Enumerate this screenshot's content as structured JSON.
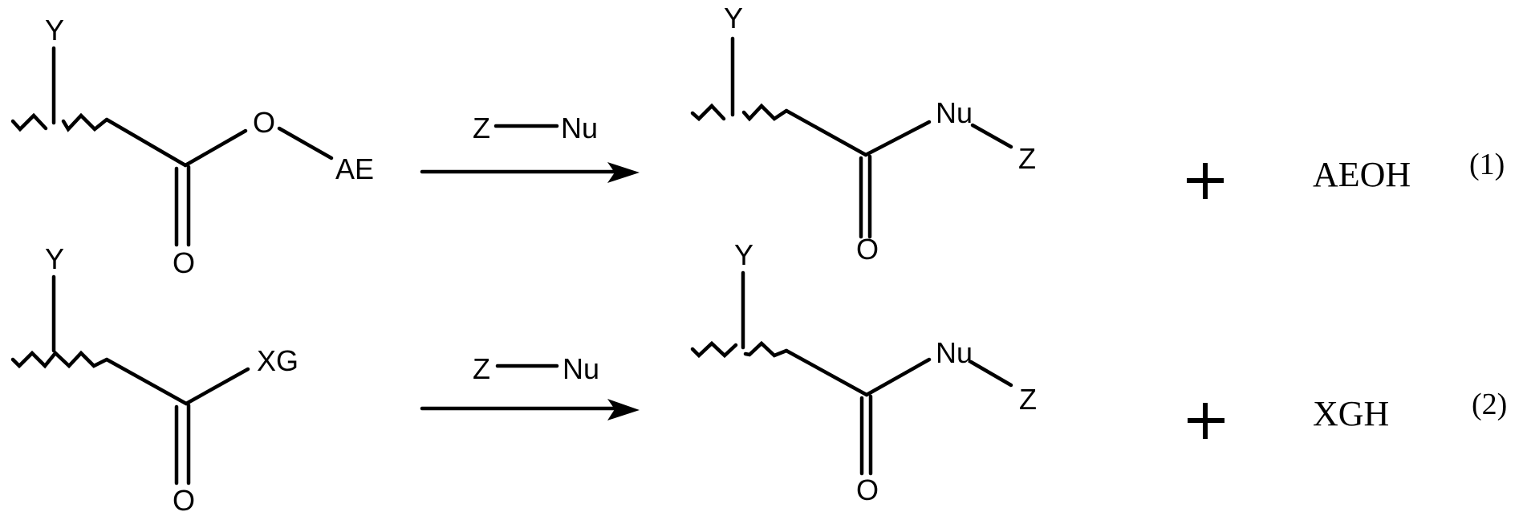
{
  "figure": {
    "type": "chemical-reaction-scheme",
    "reactions": [
      {
        "id": "1",
        "label": "(1)",
        "reactant": {
          "substituent_top": "Y",
          "ester_oxygen": "O",
          "leaving_group": "AE",
          "carbonyl_oxygen": "O"
        },
        "reagent": {
          "left": "Z",
          "right": "Nu"
        },
        "product": {
          "substituent_top": "Y",
          "nucleophile": "Nu",
          "group": "Z",
          "carbonyl_oxygen": "O"
        },
        "plus": "+",
        "byproduct": "AEOH"
      },
      {
        "id": "2",
        "label": "(2)",
        "reactant": {
          "substituent_top": "Y",
          "leaving_group": "XG",
          "carbonyl_oxygen": "O"
        },
        "reagent": {
          "left": "Z",
          "right": "Nu"
        },
        "product": {
          "substituent_top": "Y",
          "nucleophile": "Nu",
          "group": "Z",
          "carbonyl_oxygen": "O"
        },
        "plus": "+",
        "byproduct": "XGH"
      }
    ],
    "colors": {
      "ink": "#000000",
      "background": "#ffffff"
    }
  }
}
